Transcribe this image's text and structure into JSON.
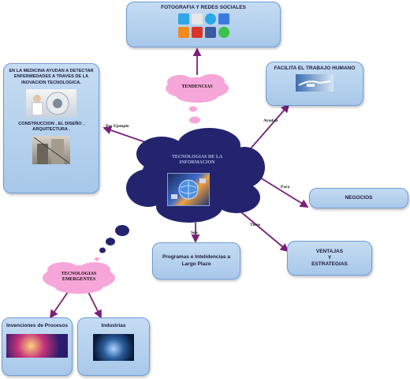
{
  "center": {
    "title": "TECNOLOGIAS DE LA INFORMACION"
  },
  "top_box": {
    "title": "FOTOGRAFIA Y REDES SOCIALES"
  },
  "tendencias": "TENDENCIAS",
  "left_box": {
    "text1": "EN LA MEDICINA AYUDAN A DETECTAR ENFERMEDADES A TRAVES DE LA INOVACION TECNOLOGICA.",
    "text2": "CONSTRUCCION , EL DISEÑO , ARQUITECTURA ."
  },
  "right_top_box": {
    "title": "FACILITA EL TRABAJO HUMANO"
  },
  "negocios": {
    "title": "NEGOCIOS"
  },
  "ventajas": {
    "line1": "VENTAJAS",
    "line2": "Y",
    "line3": "ESTRATEGIAS"
  },
  "programas": {
    "text": "Programas e Intelidencias a Largo Plazo"
  },
  "emergentes": "TECNOLOGIAS EMERGENTES",
  "bottom_left": {
    "title": "Invenciones de Procesos"
  },
  "bottom_right": {
    "title": "Industrias"
  },
  "connectors": {
    "por_ejemplo": "Por Ejemplo",
    "ayudan": "Ayudan",
    "para": "Para",
    "tiene": "Tiene",
    "son": "Son"
  }
}
